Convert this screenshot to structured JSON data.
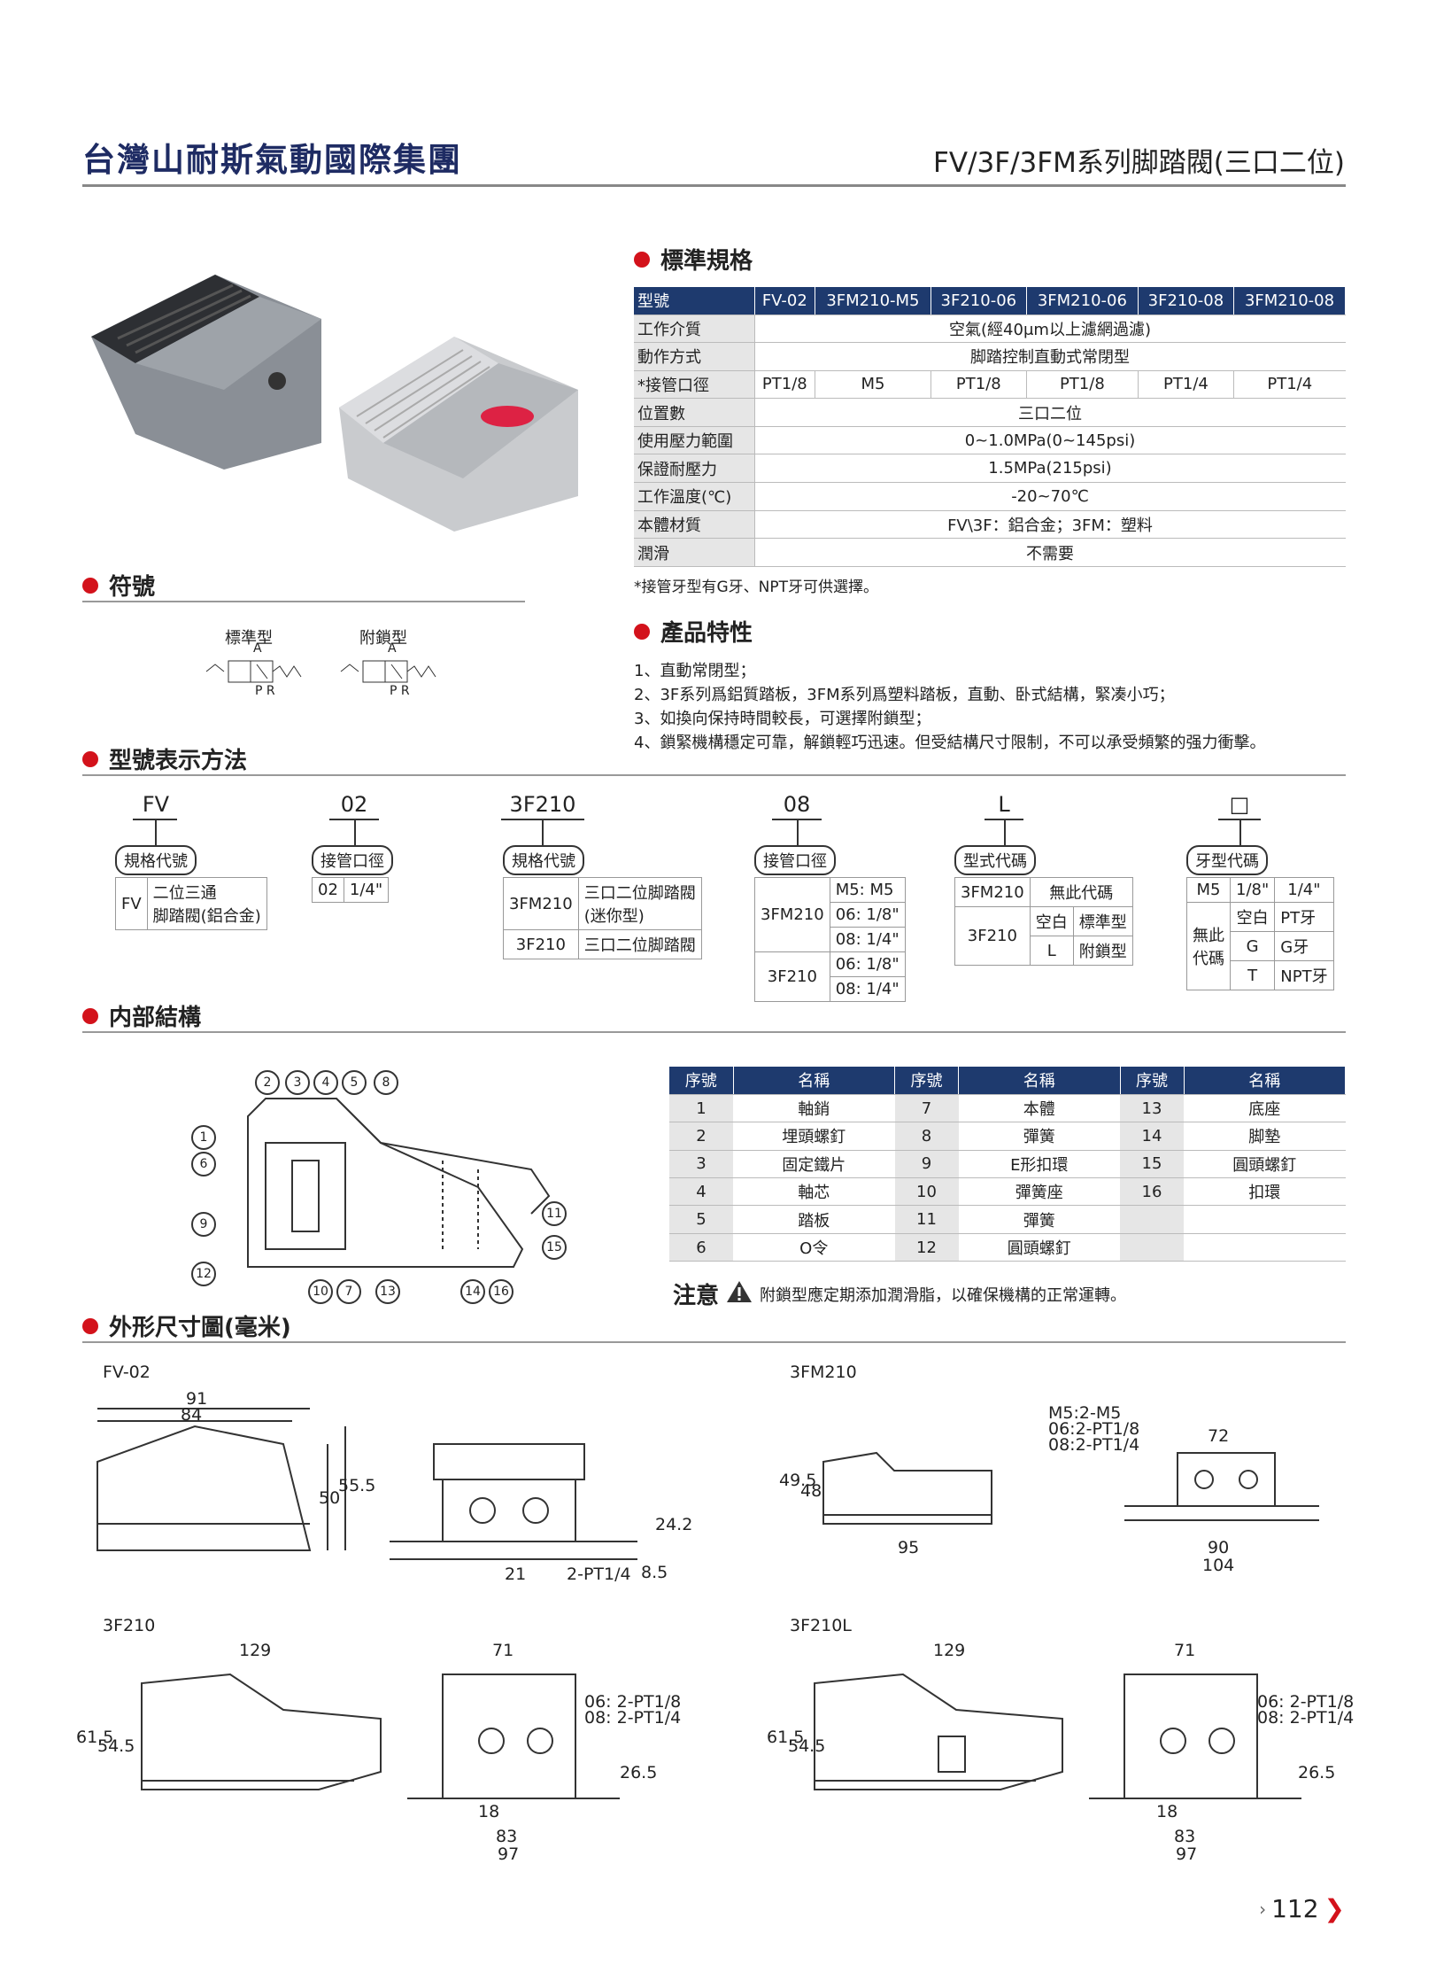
{
  "header": {
    "brand": "台灣山耐斯氣動國際集團",
    "product_title": "FV/3F/3FM系列脚踏閥(三口二位)"
  },
  "sections": {
    "spec": "標準規格",
    "symbol": "符號",
    "features": "產品特性",
    "model_code": "型號表示方法",
    "internal": "内部結構",
    "dimensions": "外形尺寸圖(毫米)"
  },
  "spec_table": {
    "headers": [
      "型號",
      "FV-02",
      "3FM210-M5",
      "3F210-06",
      "3FM210-06",
      "3F210-08",
      "3FM210-08"
    ],
    "rows": [
      {
        "label": "工作介質",
        "value": "空氣(經40μm以上濾網過濾)"
      },
      {
        "label": "動作方式",
        "value": "脚踏控制直動式常閉型"
      },
      {
        "label": "*接管口徑",
        "cells": [
          "PT1/8",
          "M5",
          "PT1/8",
          "PT1/8",
          "PT1/4",
          "PT1/4"
        ]
      },
      {
        "label": "位置數",
        "value": "三口二位"
      },
      {
        "label": "使用壓力範圍",
        "value": "0~1.0MPa(0~145psi)"
      },
      {
        "label": "保證耐壓力",
        "value": "1.5MPa(215psi)"
      },
      {
        "label": "工作溫度(℃)",
        "value": "-20~70℃"
      },
      {
        "label": "本體材質",
        "value": "FV\\3F：鋁合金；3FM：塑料"
      },
      {
        "label": "潤滑",
        "value": "不需要"
      }
    ],
    "note": "*接管牙型有G牙、NPT牙可供選擇。"
  },
  "symbols": {
    "standard": "標準型",
    "locking": "附鎖型",
    "port_a": "A",
    "port_pr": "P R"
  },
  "features": [
    "1、直動常閉型；",
    "2、3F系列爲鋁質踏板，3FM系列爲塑料踏板，直動、卧式結構，緊凑小巧；",
    "3、如換向保持時間較長，可選擇附鎖型；",
    "4、鎖緊機構穩定可靠，解鎖輕巧迅速。但受結構尺寸限制，不可以承受頻繁的强力衝擊。"
  ],
  "model_code": {
    "g1": {
      "code": "FV",
      "label": "規格代號",
      "rows": [
        [
          "FV",
          "二位三通\n脚踏閥(鋁合金)"
        ]
      ]
    },
    "g2": {
      "code": "02",
      "label": "接管口徑",
      "rows": [
        [
          "02",
          "1/4\""
        ]
      ]
    },
    "g3": {
      "code": "3F210",
      "label": "規格代號",
      "rows": [
        [
          "3FM210",
          "三口二位脚踏閥\n(迷你型)"
        ],
        [
          "3F210",
          "三口二位脚踏閥"
        ]
      ]
    },
    "g4": {
      "code": "08",
      "label": "接管口徑",
      "a": "3FM210",
      "a_vals": [
        "M5: M5",
        "06: 1/8\"",
        "08: 1/4\""
      ],
      "b": "3F210",
      "b_vals": [
        "06: 1/8\"",
        "08: 1/4\""
      ]
    },
    "g5": {
      "code": "L",
      "label": "型式代碼",
      "rows": [
        [
          "3FM210",
          "",
          "無此代碼"
        ],
        [
          "3F210",
          "空白",
          "標準型"
        ],
        [
          "",
          "L",
          "附鎖型"
        ]
      ]
    },
    "g6": {
      "code": "□",
      "label": "牙型代碼",
      "m5": [
        "M5",
        "1/8\"",
        "1/4\""
      ],
      "none": "無此\n代碼",
      "rows": [
        [
          "空白",
          "PT牙"
        ],
        [
          "G",
          "G牙"
        ],
        [
          "T",
          "NPT牙"
        ]
      ]
    }
  },
  "parts_table": {
    "headers": [
      "序號",
      "名稱",
      "序號",
      "名稱",
      "序號",
      "名稱"
    ],
    "rows": [
      [
        "1",
        "軸銷",
        "7",
        "本體",
        "13",
        "底座"
      ],
      [
        "2",
        "埋頭螺釘",
        "8",
        "彈簧",
        "14",
        "脚墊"
      ],
      [
        "3",
        "固定鐵片",
        "9",
        "E形扣環",
        "15",
        "圓頭螺釘"
      ],
      [
        "4",
        "軸芯",
        "10",
        "彈簧座",
        "16",
        "扣環"
      ],
      [
        "5",
        "踏板",
        "11",
        "彈簧",
        "",
        ""
      ],
      [
        "6",
        "O令",
        "12",
        "圓頭螺釘",
        "",
        ""
      ]
    ],
    "note_title": "注意",
    "note": "附鎖型應定期添加潤滑脂，以確保機構的正常運轉。"
  },
  "callouts": [
    "1",
    "2",
    "3",
    "4",
    "5",
    "6",
    "7",
    "8",
    "9",
    "10",
    "11",
    "12",
    "13",
    "14",
    "15",
    "16"
  ],
  "dimensions": {
    "fv02": {
      "title": "FV-02",
      "d1": "91",
      "d2": "84",
      "d3": "50",
      "d4": "55.5",
      "d5": "21",
      "d6": "2-PT1/4",
      "d7": "24.2",
      "d8": "8.5"
    },
    "3fm210": {
      "title": "3FM210",
      "d1": "49.5",
      "d2": "48",
      "d3": "95",
      "port1": "M5:2-M5",
      "port2": "06:2-PT1/8",
      "port3": "08:2-PT1/4",
      "d4": "72",
      "d5": "90",
      "d6": "104"
    },
    "3f210": {
      "title": "3F210",
      "d1": "129",
      "d2": "61.5",
      "d3": "54.5",
      "d4": "71",
      "port1": "06: 2-PT1/8",
      "port2": "08: 2-PT1/4",
      "d5": "26.5",
      "d6": "18",
      "d7": "83",
      "d8": "97"
    },
    "3f210l": {
      "title": "3F210L",
      "d1": "129",
      "d2": "61.5",
      "d3": "54.5",
      "d4": "71",
      "port1": "06: 2-PT1/8",
      "port2": "08: 2-PT1/4",
      "d5": "26.5",
      "d6": "18",
      "d7": "83",
      "d8": "97"
    }
  },
  "page_number": "112",
  "colors": {
    "brand": "#1e2b63",
    "table_header": "#1e3a6e",
    "bullet": "#d3121b"
  }
}
